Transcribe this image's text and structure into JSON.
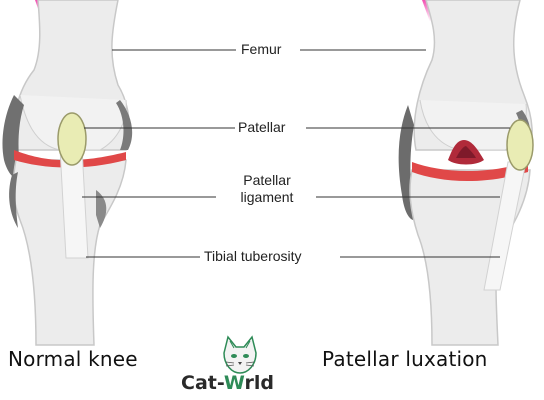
{
  "labels": {
    "femur": "Femur",
    "patellar": "Patellar",
    "patellar_ligament_line1": "Patellar",
    "patellar_ligament_line2": "ligament",
    "tibial_tuberosity": "Tibial tuberosity"
  },
  "captions": {
    "left": "Normal knee",
    "right": "Patellar luxation"
  },
  "logo": {
    "text_before": "Cat-",
    "text_w": "W",
    "text_after": "rld",
    "icon": "cat-face-icon"
  },
  "colors": {
    "bone": "#ededed",
    "bone_outline": "#c9c9c9",
    "cartilage": "#e04848",
    "patella": "#e9ecb4",
    "shadow": "#6f6f6f",
    "skin_gradient": "#f24fb2",
    "logo_green": "#2e8b57"
  }
}
